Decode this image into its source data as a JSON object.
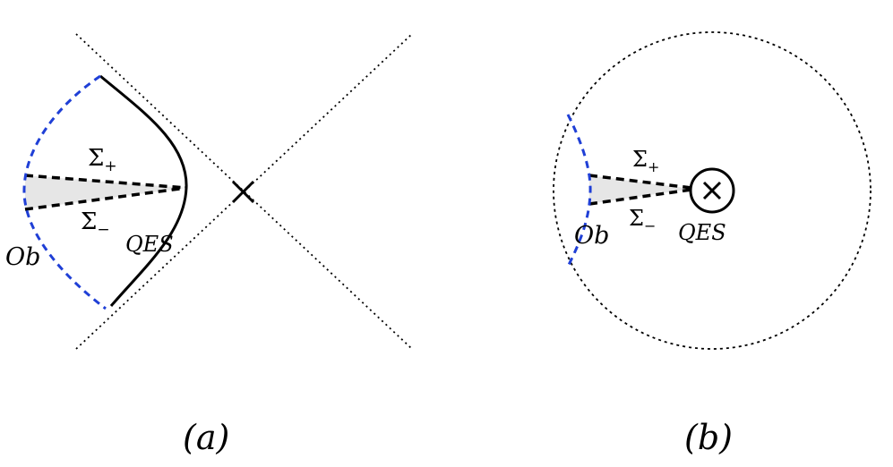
{
  "panel_a": {
    "label": "(a)",
    "sigma_plus": {
      "base": "Σ",
      "sub": "+"
    },
    "sigma_minus": {
      "base": "Σ",
      "sub": "−"
    },
    "qes": "QES",
    "ob": "Ob"
  },
  "panel_b": {
    "label": "(b)",
    "sigma_plus": {
      "base": "Σ",
      "sub": "+"
    },
    "sigma_minus": {
      "base": "Σ",
      "sub": "−"
    },
    "qes": "QES",
    "ob": "Ob"
  },
  "colors": {
    "ink": "#000000",
    "blue_dashed": "#1f3fd6",
    "wedge_fill": "#e6e6e6"
  }
}
